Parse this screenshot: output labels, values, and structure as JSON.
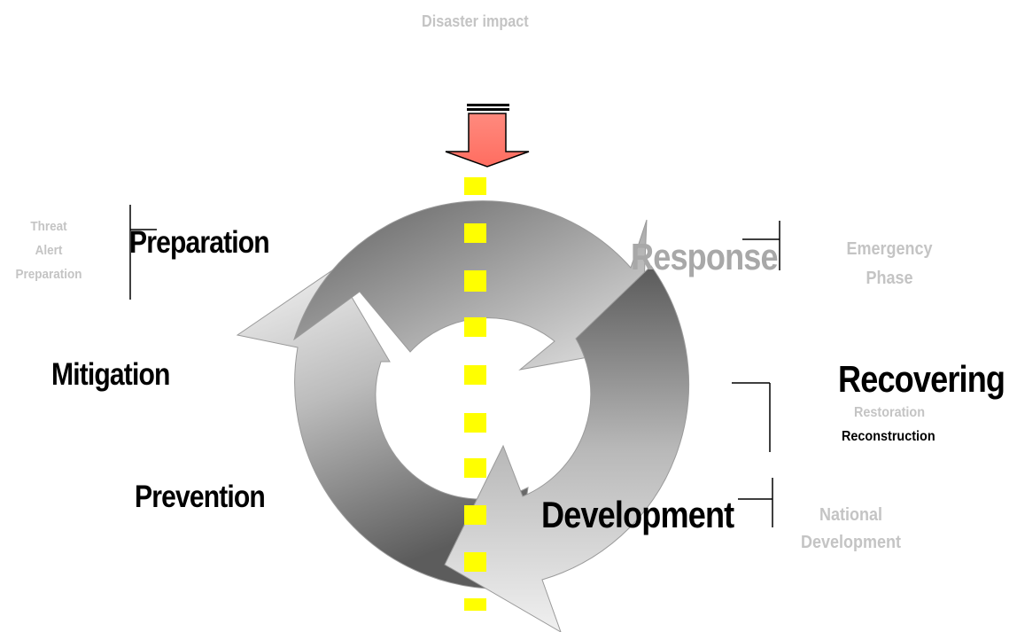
{
  "title": "Disaster impact",
  "cycle_labels": {
    "preparation": "Preparation",
    "response": "Response",
    "recovering": "Recovering",
    "development": "Development",
    "prevention": "Prevention",
    "mitigation": "Mitigation"
  },
  "side_notes": {
    "preparation_steps": [
      "Threat",
      "Alert",
      "Preparation"
    ],
    "emergency_phase": [
      "Emergency",
      "Phase"
    ],
    "recovery_steps": [
      "Restoration",
      "Reconstruction"
    ],
    "national_development": [
      "National",
      "Development"
    ]
  },
  "colors": {
    "impact_arrow": "#ff7f72",
    "impact_line": "#ffff00",
    "cycle_dark": "#6a6a6a",
    "cycle_light": "#eeeeee",
    "muted_text": "#c4c4c4"
  }
}
